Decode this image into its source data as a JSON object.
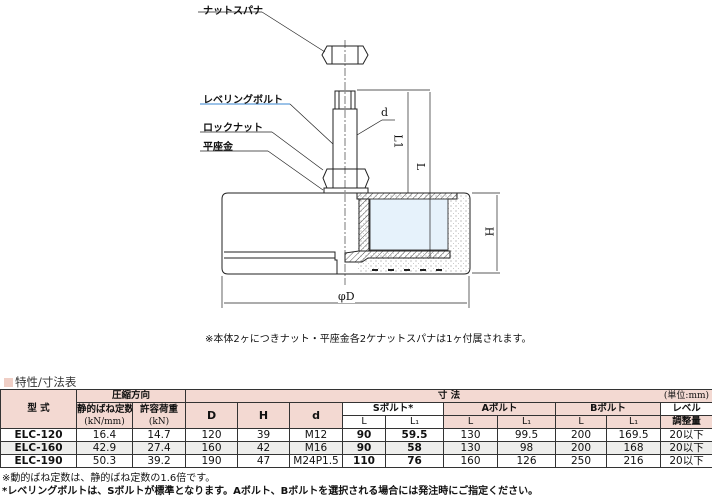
{
  "drawing": {
    "labels": {
      "nut_spanner": "ナットスパナ",
      "leveling_bolt": "レベリングボルト",
      "lock_nut": "ロックナット",
      "flat_washer": "平座金"
    },
    "dims": {
      "d": "d",
      "L1": "L1",
      "L": "L",
      "H": "H",
      "D": "φD"
    },
    "note": "※本体2ヶにつきナット・平座金各2ケナットスパナは1ヶ付属されます。"
  },
  "table": {
    "title": "特性/寸法表",
    "headers": {
      "model": "型 式",
      "compression": "圧縮方向",
      "static_spring": "静的ばね定数",
      "static_unit": "(kN/mm)",
      "allow_load": "許容荷重",
      "load_unit": "(kN)",
      "D": "D",
      "H": "H",
      "d": "d",
      "dimensions": "寸 法",
      "unit": "(単位:mm)",
      "s_bolt": "Sボルト*",
      "a_bolt": "Aボルト",
      "b_bolt": "Bボルト",
      "level1": "レベル",
      "level2": "調整量",
      "L": "L",
      "L1": "L₁"
    },
    "rows": [
      {
        "model": "ELC-120",
        "k": "16.4",
        "load": "14.7",
        "D": "120",
        "H": "39",
        "d": "M12",
        "sL": "90",
        "sL1": "59.5",
        "aL": "130",
        "aL1": "99.5",
        "bL": "200",
        "bL1": "169.5",
        "level": "20以下"
      },
      {
        "model": "ELC-160",
        "k": "42.9",
        "load": "27.4",
        "D": "160",
        "H": "42",
        "d": "M16",
        "sL": "90",
        "sL1": "58",
        "aL": "130",
        "aL1": "98",
        "bL": "200",
        "bL1": "168",
        "level": "20以下"
      },
      {
        "model": "ELC-190",
        "k": "50.3",
        "load": "39.2",
        "D": "190",
        "H": "47",
        "d": "M24P1.5",
        "sL": "110",
        "sL1": "76",
        "aL": "160",
        "aL1": "126",
        "bL": "250",
        "bL1": "216",
        "level": "20以下"
      }
    ],
    "notes": [
      "※動的ばね定数は、静的ばね定数の1.6倍です。",
      "*レベリングボルトは、Sボルトが標準となります。Aボルト、Bボルトを選択される場合には発注時にご指定ください。"
    ]
  }
}
